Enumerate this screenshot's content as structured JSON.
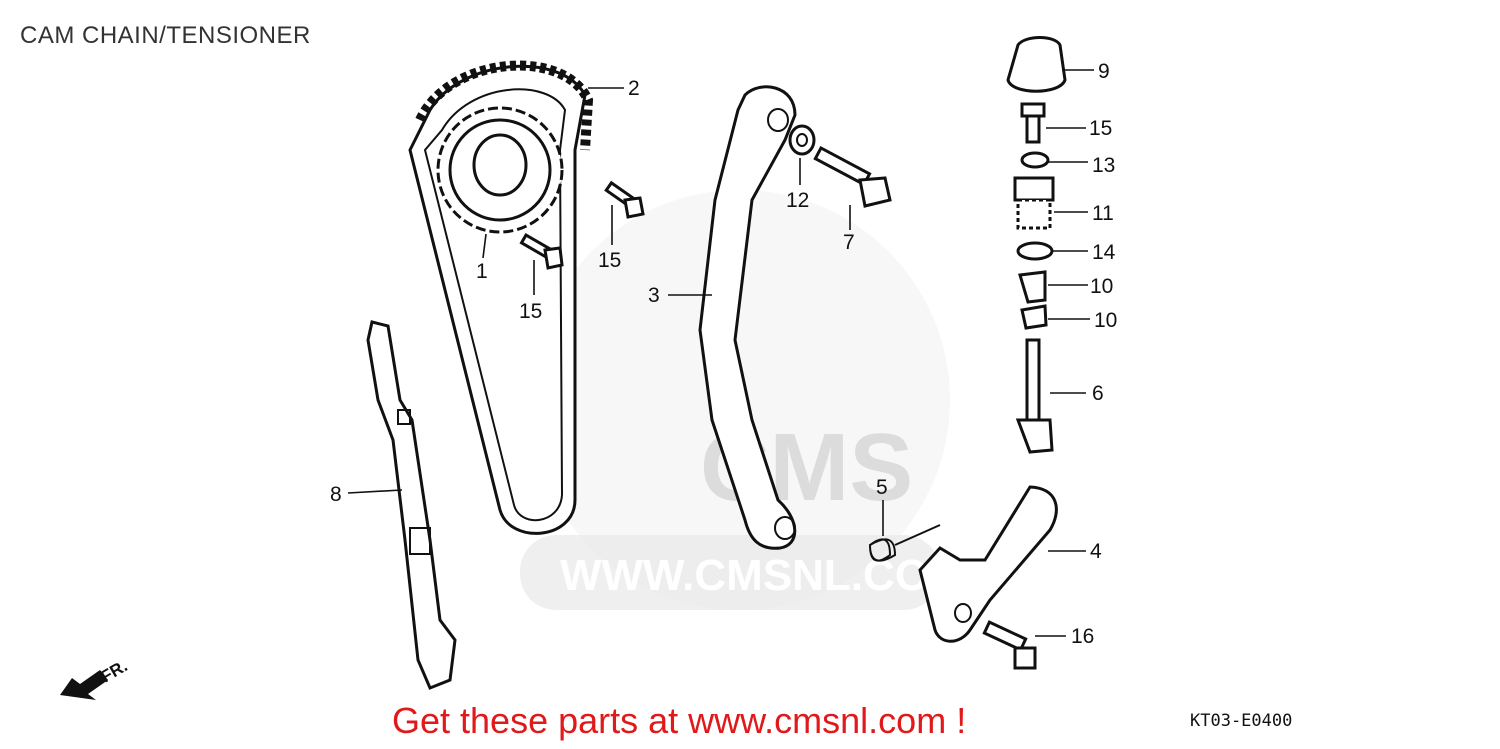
{
  "title": "CAM CHAIN/TENSIONER",
  "footer": "Get these parts at www.cmsnl.com !",
  "diagram_code": "KT03-E0400",
  "watermark": {
    "logo": "CMS",
    "url": "WWW.CMSNL.COM"
  },
  "direction_label": "FR.",
  "callouts": {
    "c1": "1",
    "c2": "2",
    "c3": "3",
    "c4": "4",
    "c5": "5",
    "c6": "6",
    "c7": "7",
    "c8": "8",
    "c9": "9",
    "c10a": "10",
    "c10b": "10",
    "c11": "11",
    "c12": "12",
    "c13": "13",
    "c14": "14",
    "c15a": "15",
    "c15b": "15",
    "c15c": "15",
    "c16": "16"
  },
  "colors": {
    "footer": "#e0191b",
    "ink": "#111111",
    "watermark": "#e8e8e8"
  }
}
